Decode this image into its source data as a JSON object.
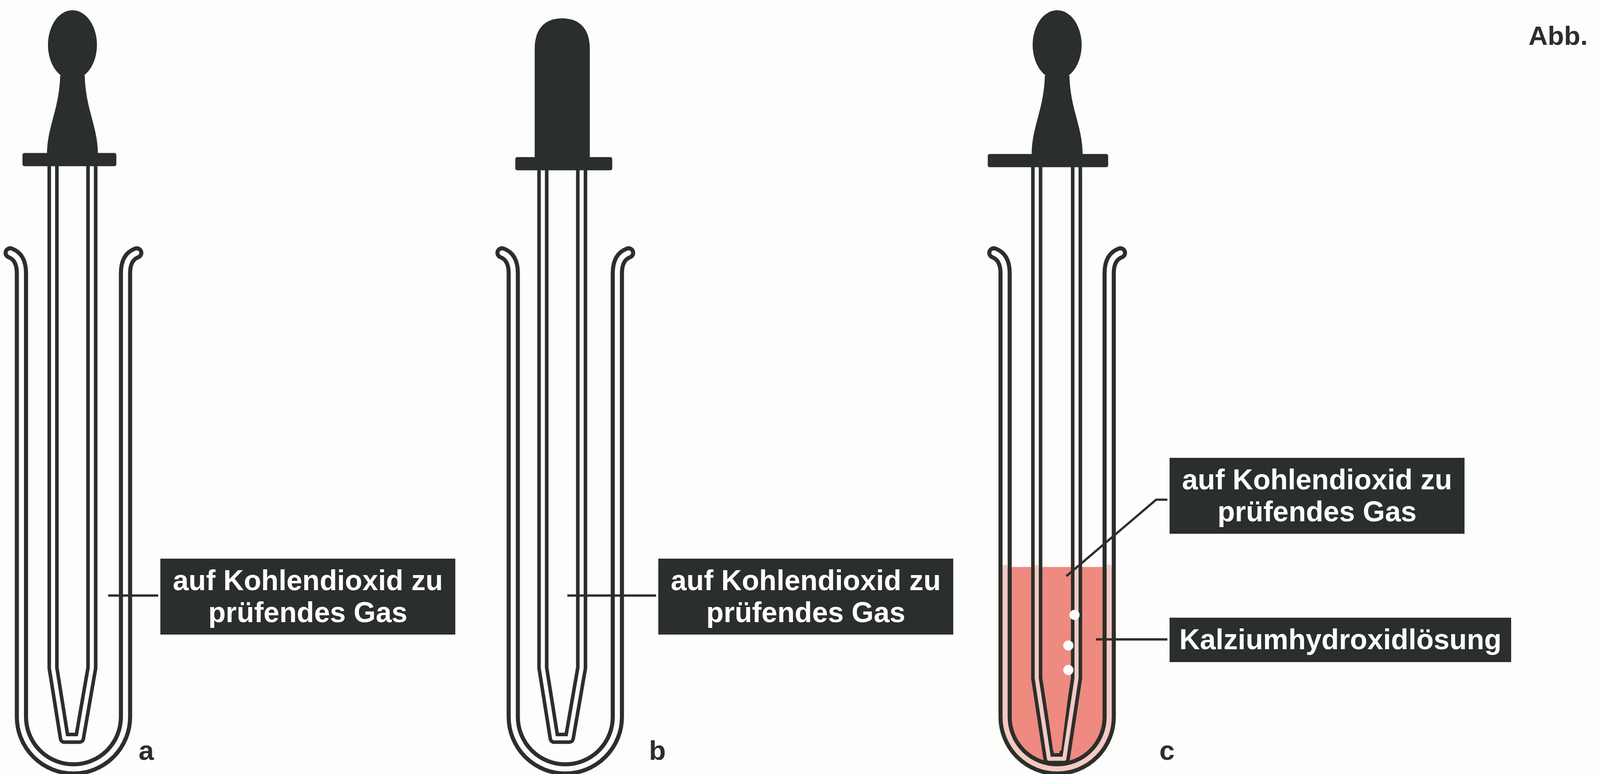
{
  "diagram": {
    "nodes": [
      {
        "text": [
          "auf Kohlendioxid zu prüfendes Gas"
        ]
      },
      {
        "text": [
          "auf Kohlendioxid zu prüfendes Gas"
        ]
      },
      {
        "text": [
          "auf Kohlendioxid zu prüfendes Gas"
        ]
      },
      {
        "text": [
          "Kalziumhydroxidlösung"
        ]
      }
    ],
    "labels": [
      "Abb.",
      "a",
      "b",
      "c"
    ]
  }
}
